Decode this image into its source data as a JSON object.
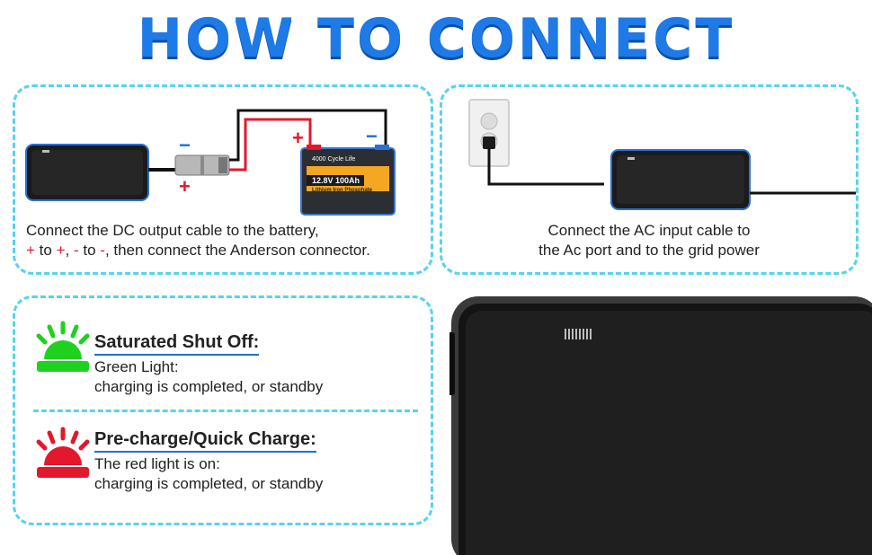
{
  "title": "HOW TO CONNECT",
  "dc_panel": {
    "line1": "Connect the DC output cable to the battery,",
    "plus_sign": "+",
    "word_to_1": " to ",
    "plus_sign_2": "+",
    "comma": ",",
    "minus_sign": "-",
    "word_to_2": " to ",
    "minus_sign_2": "-",
    "line2_rest": ", then connect the Anderson connector.",
    "battery_label_top": "4000 Cycle Life",
    "battery_label_main": "12.8V 100Ah",
    "battery_label_sub": "Lithium Iron Phosphate",
    "plus": "+",
    "minus": "−"
  },
  "ac_panel": {
    "line1": "Connect the AC input cable to",
    "line2": "the Ac port and to the grid power"
  },
  "leds": [
    {
      "title": "Saturated Shut Off:",
      "line1": "Green Light:",
      "line2": "charging is completed, or standby",
      "color": "#1fd11f"
    },
    {
      "title": "Pre-charge/Quick Charge:",
      "line1": "The red light is on:",
      "line2": "charging is completed, or standby",
      "color": "#e3182d"
    }
  ],
  "colors": {
    "accent": "#1e7ae6",
    "panel_border": "#55d4ee",
    "wire_red": "#e3182d"
  }
}
